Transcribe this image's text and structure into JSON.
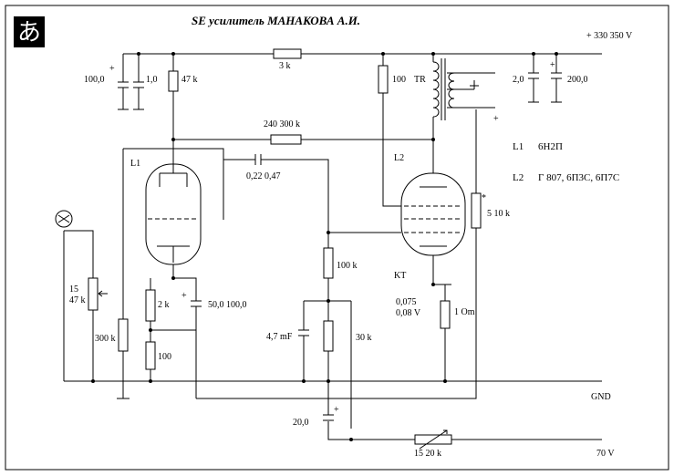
{
  "title": "SE усилитель МАНАКОВА А.И.",
  "app_icon": {
    "glyph": "あ",
    "name": "hiragana-a-icon"
  },
  "supply": {
    "b_plus": "+ 330   350 V",
    "gnd": "GND",
    "v70": "70 V"
  },
  "components": {
    "c_100_0": "100,0",
    "c_1_0": "1,0",
    "r_47k": "47 k",
    "r_3k": "3 k",
    "r_100": "100",
    "tr": "TR",
    "c_2_0": "2,0",
    "c_200_0": "200,0",
    "r_240_300k": "240  300 k",
    "l1": "L1",
    "c_022_047": "0,22  0,47",
    "l2": "L2",
    "star": "*",
    "r_5_10k": "5  10 k",
    "r_100k": "100 k",
    "kt": "KT",
    "pot_15_47k_a": "15",
    "pot_15_47k_b": "47 k",
    "r_2k": "2 k",
    "c_50_100": "50,0   100,0",
    "volt_0075": "0,075",
    "volt_008": "0,08 V",
    "r_1om": "1 Om",
    "r_300k": "300 k",
    "r_100_low": "100",
    "c_47mf": "4,7 mF",
    "r_30k": "30 k",
    "c_20_0": "20,0",
    "pot_15_20k": "15 20 k",
    "plus": "+"
  },
  "legend": {
    "l1_name": "L1",
    "l1_tube": "6Н2П",
    "l2_name": "L2",
    "l2_tube": "Г 807, 6П3С, 6П7С"
  }
}
